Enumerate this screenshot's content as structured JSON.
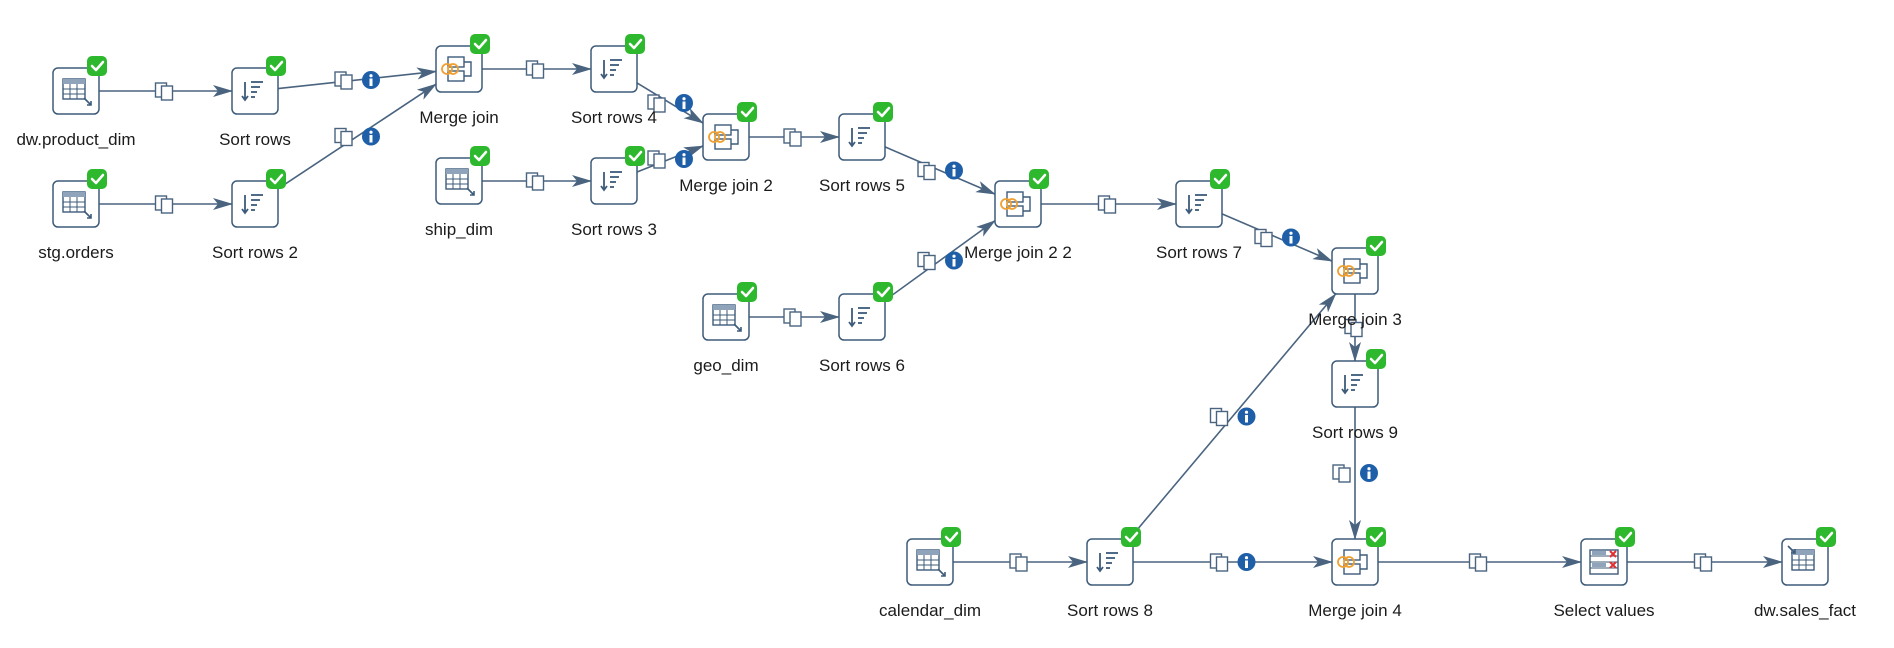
{
  "canvas": {
    "name": "transformation-graph",
    "background": "#ffffff",
    "hop_color": "#4a6480",
    "node_border": "#3d5b7a",
    "ok_badge_color": "#2eb82e",
    "info_badge_color": "#1f5fa8",
    "merge_icon_color": "#f0a030",
    "select_x_color": "#e03030"
  },
  "steps": [
    {
      "id": "s1",
      "label": "dw.product_dim",
      "type": "table-input"
    },
    {
      "id": "s2",
      "label": "Sort rows",
      "type": "sort"
    },
    {
      "id": "s3",
      "label": "stg.orders",
      "type": "table-input"
    },
    {
      "id": "s4",
      "label": "Sort rows 2",
      "type": "sort"
    },
    {
      "id": "s5",
      "label": "Merge join",
      "type": "merge"
    },
    {
      "id": "s6",
      "label": "Sort rows 4",
      "type": "sort"
    },
    {
      "id": "s7",
      "label": "ship_dim",
      "type": "table-input"
    },
    {
      "id": "s8",
      "label": "Sort rows 3",
      "type": "sort"
    },
    {
      "id": "s9",
      "label": "Merge join 2",
      "type": "merge"
    },
    {
      "id": "s10",
      "label": "Sort rows 5",
      "type": "sort"
    },
    {
      "id": "s11",
      "label": "geo_dim",
      "type": "table-input"
    },
    {
      "id": "s12",
      "label": "Sort rows 6",
      "type": "sort"
    },
    {
      "id": "s13",
      "label": "Merge join 2 2",
      "type": "merge"
    },
    {
      "id": "s14",
      "label": "Sort rows 7",
      "type": "sort"
    },
    {
      "id": "s15",
      "label": "Merge join 3",
      "type": "merge"
    },
    {
      "id": "s16",
      "label": "Sort rows 9",
      "type": "sort"
    },
    {
      "id": "s17",
      "label": "calendar_dim",
      "type": "table-input"
    },
    {
      "id": "s18",
      "label": "Sort rows 8",
      "type": "sort"
    },
    {
      "id": "s19",
      "label": "Merge join 4",
      "type": "merge"
    },
    {
      "id": "s20",
      "label": "Select values",
      "type": "select"
    },
    {
      "id": "s21",
      "label": "dw.sales_fact",
      "type": "table-output"
    }
  ],
  "hops": [
    {
      "from": "s1",
      "to": "s2",
      "info": false
    },
    {
      "from": "s2",
      "to": "s5",
      "info": true
    },
    {
      "from": "s3",
      "to": "s4",
      "info": false
    },
    {
      "from": "s4",
      "to": "s5",
      "info": true
    },
    {
      "from": "s5",
      "to": "s6",
      "info": false
    },
    {
      "from": "s6",
      "to": "s9",
      "info": true
    },
    {
      "from": "s7",
      "to": "s8",
      "info": false
    },
    {
      "from": "s8",
      "to": "s9",
      "info": true
    },
    {
      "from": "s9",
      "to": "s10",
      "info": false
    },
    {
      "from": "s10",
      "to": "s13",
      "info": true
    },
    {
      "from": "s11",
      "to": "s12",
      "info": false
    },
    {
      "from": "s12",
      "to": "s13",
      "info": true
    },
    {
      "from": "s13",
      "to": "s14",
      "info": false
    },
    {
      "from": "s14",
      "to": "s15",
      "info": true
    },
    {
      "from": "s15",
      "to": "s16",
      "info": false
    },
    {
      "from": "s16",
      "to": "s19",
      "info": true
    },
    {
      "from": "s17",
      "to": "s18",
      "info": false
    },
    {
      "from": "s18",
      "to": "s15",
      "info": true
    },
    {
      "from": "s18",
      "to": "s19",
      "info": true
    },
    {
      "from": "s19",
      "to": "s20",
      "info": false
    },
    {
      "from": "s20",
      "to": "s21",
      "info": false
    }
  ]
}
